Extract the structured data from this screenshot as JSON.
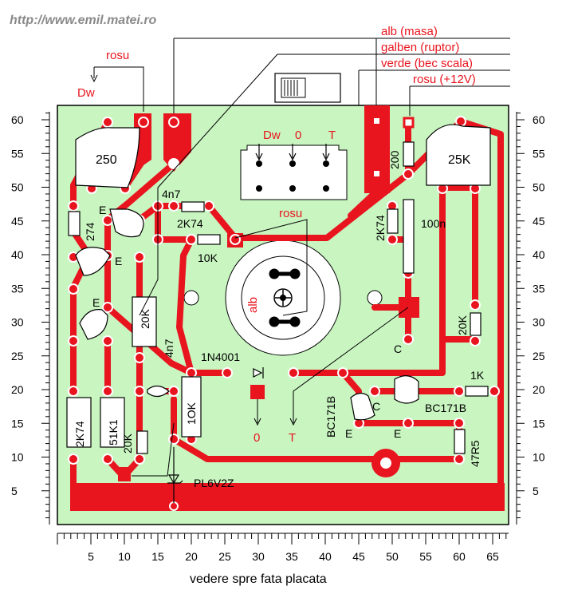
{
  "header": {
    "url": "http://www.emil.matei.ro"
  },
  "wires": {
    "alb": "alb (masa)",
    "galben": "galben (ruptor)",
    "verde": "verde (bec scala)",
    "rosu12": "rosu (+12V)",
    "rosu_dw": "rosu",
    "dw_arrow": "Dw",
    "rosu_mid": "rosu",
    "alb_mid": "alb"
  },
  "switch": {
    "dw": "Dw",
    "zero": "0",
    "t": "T"
  },
  "components": {
    "pot250": "250",
    "pot25k": "25K",
    "r274": "274",
    "c4n7a": "4n7",
    "r2k74a": "2K74",
    "r10k": "10K",
    "r2k74b": "2K74",
    "c100n": "100n",
    "r200": "200",
    "r20ka": "20K",
    "c4n7b": "4n7",
    "d1n4001": "1N4001",
    "r20kb": "20K",
    "r1k": "1K",
    "bc1": "BC171B",
    "bc2": "BC171B",
    "r2k74c": "2K74",
    "r51k1": "51K1",
    "r20kc": "20K",
    "r10k_v": "1OK",
    "r47r5": "47R5",
    "zener": "PL6V2Z",
    "e1": "E",
    "e2": "E",
    "e3": "E",
    "e4": "E",
    "e5": "E",
    "c1": "C",
    "c2": "C",
    "out0": "0",
    "outT": "T"
  },
  "ruler": {
    "y_ticks": [
      "60",
      "55",
      "50",
      "45",
      "40",
      "35",
      "30",
      "25",
      "20",
      "15",
      "10",
      "5"
    ],
    "x_ticks": [
      "5",
      "10",
      "15",
      "20",
      "25",
      "30",
      "35",
      "40",
      "45",
      "50",
      "55",
      "60",
      "65"
    ],
    "caption": "vedere spre fata placata"
  },
  "colors": {
    "copper": "#e8141e",
    "board": "#c8f5c0",
    "url": "#8a8a8a"
  }
}
